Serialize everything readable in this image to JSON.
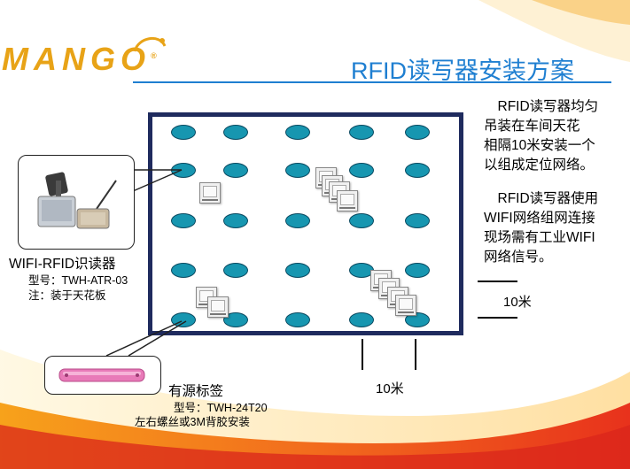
{
  "logo": {
    "text": "MANGO",
    "mark": "®"
  },
  "title": "RFID读写器安装方案",
  "description": {
    "para1": [
      "　RFID读写器均匀",
      "吊装在车间天花",
      "相隔10米安装一个",
      "以组成定位网络。"
    ],
    "para2": [
      "　RFID读写器使用",
      "WIFI网络组网连接",
      "现场需有工业WIFI",
      "网络信号。"
    ]
  },
  "reader_product": {
    "name": "WIFI-RFID识读器",
    "model": "型号：TWH-ATR-03",
    "note": "注：装于天花板"
  },
  "tag_product": {
    "name": "有源标签",
    "model": "型号：TWH-24T20",
    "note": "左右螺丝或3M背胶安装"
  },
  "dimensions": {
    "vertical_label": "10米",
    "horizontal_label": "10米"
  },
  "colors": {
    "title": "#1f7fd1",
    "room_border": "#1f2b5e",
    "reader_fill": "#1796b0",
    "tag": "#e87ab8",
    "logo": "#e8a317"
  }
}
